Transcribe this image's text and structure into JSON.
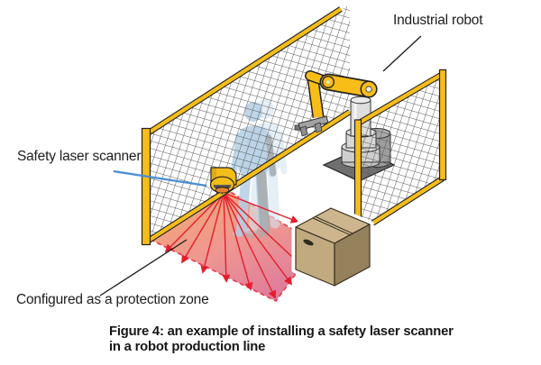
{
  "figure": {
    "labels": {
      "industrial_robot": "Industrial robot",
      "safety_laser_scanner": "Safety laser scanner",
      "protection_zone": "Configured as a protection zone"
    },
    "caption": {
      "line1": "Figure 4: an example of installing a safety laser scanner",
      "line2": "in a robot production line"
    },
    "colors": {
      "fence_yellow": "#f5bd1a",
      "mesh_gray": "#5a5a5a",
      "robot_yellow": "#f9bd18",
      "zone_orange": "#f19a6d",
      "zone_pink": "#da6b92",
      "ray_red": "#e41e2d",
      "zone_dash_red": "#e8374e",
      "human_blue": "#b4cfe5",
      "human_shadow_gray": "#a6abac",
      "box_tan": "#c1aa7f",
      "pointer_blue": "#4b8fd2",
      "text_dark": "#1d1d1d"
    }
  }
}
